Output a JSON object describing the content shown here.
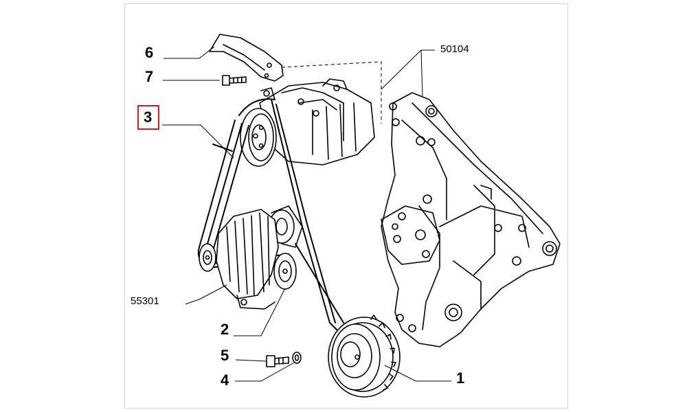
{
  "diagram": {
    "callouts": {
      "c1": "1",
      "c2": "2",
      "c3": "3",
      "c4": "4",
      "c5": "5",
      "c6": "6",
      "c7": "7"
    },
    "references": {
      "bracket_ref": "50104",
      "alternator_ref": "55301"
    },
    "highlighted_callout": "3",
    "colors": {
      "highlight_box": "#d61a1a",
      "line_art": "#000000",
      "background": "#ffffff",
      "frame": "#d6d6d6"
    }
  }
}
